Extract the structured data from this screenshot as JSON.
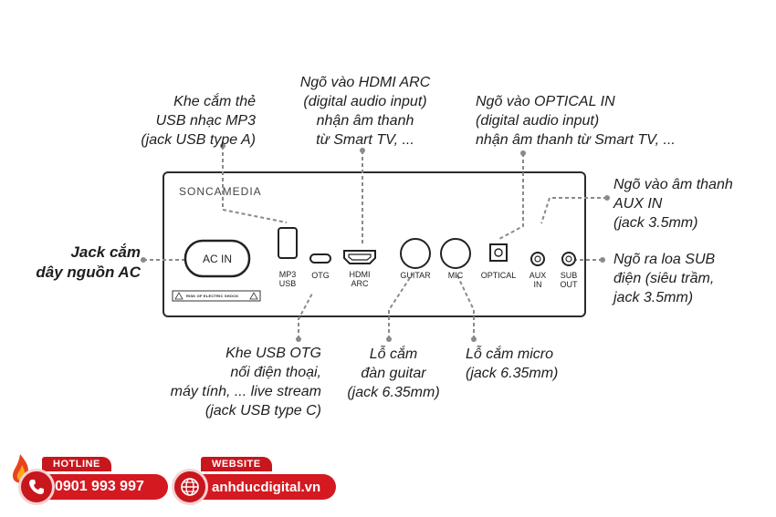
{
  "brand": "SONCAMEDIA",
  "callouts": {
    "usb_mp3": "Khe cắm thẻ\nUSB nhạc MP3\n(jack USB type A)",
    "hdmi_arc": "Ngõ vào HDMI ARC\n(digital audio input)\nnhận âm thanh\ntừ Smart TV, ...",
    "optical_in": "Ngõ vào OPTICAL IN\n(digital audio input)\nnhận âm thanh từ Smart TV, ...",
    "aux_in": "Ngõ vào âm thanh\nAUX IN\n(jack 3.5mm)",
    "sub_out": "Ngõ ra loa SUB\nđiện (siêu trầm,\njack 3.5mm)",
    "ac_power": "Jack cắm\ndây nguồn AC",
    "otg": "Khe USB OTG\nnối điện thoại,\nmáy tính, ... live stream\n(jack USB type C)",
    "guitar": "Lỗ cắm\nđàn guitar\n(jack 6.35mm)",
    "mic": "Lỗ cắm micro\n(jack 6.35mm)"
  },
  "ports": {
    "ac_in": "AC IN",
    "warning": "RISK OF ELECTRIC SHOCK",
    "mp3_usb": "MP3\nUSB",
    "otg": "OTG",
    "hdmi_arc": "HDMI\nARC",
    "guitar": "GUITAR",
    "mic": "MIC",
    "optical": "OPTICAL",
    "aux_in": "AUX\nIN",
    "sub_out": "SUB\nOUT"
  },
  "footer": {
    "hotline_label": "HOTLINE",
    "hotline_number": "0901 993 997",
    "website_label": "WEBSITE",
    "website_url": "anhducdigital.vn"
  },
  "colors": {
    "accent_red": "#d41920",
    "leader_line": "#8a8a8a",
    "panel_border": "#2b2b2b"
  }
}
